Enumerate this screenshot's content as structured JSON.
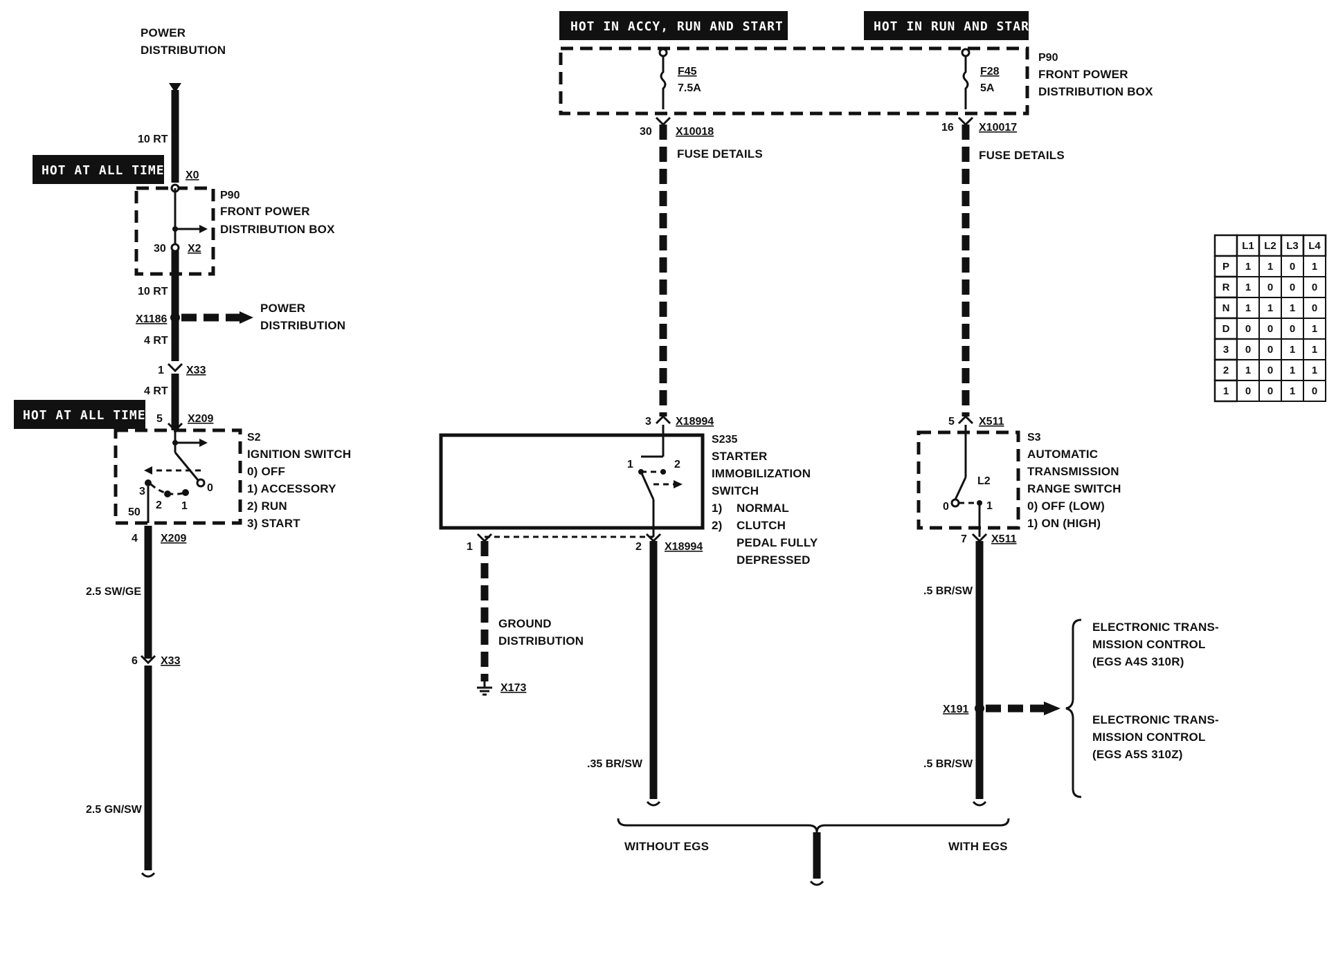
{
  "banners": {
    "hot_all_times_1": "HOT AT ALL TIMES",
    "hot_all_times_2": "HOT AT ALL TIMES",
    "hot_accy_run_start": "HOT IN ACCY, RUN AND  START",
    "hot_run_start": "HOT IN RUN AND START"
  },
  "left": {
    "power_dist_top_1": "POWER",
    "power_dist_top_2": "DISTRIBUTION",
    "wire_10rt_a": "10 RT",
    "x0": "X0",
    "p90": "P90",
    "fpdb_1": "FRONT POWER",
    "fpdb_2": "DISTRIBUTION BOX",
    "pin_30": "30",
    "x2": "X2",
    "wire_10rt_b": "10 RT",
    "x1186": "X1186",
    "power_dist_mid_1": "POWER",
    "power_dist_mid_2": "DISTRIBUTION",
    "wire_4rt_a": "4 RT",
    "pin_1": "1",
    "x33_a": "X33",
    "wire_4rt_b": "4 RT",
    "pin_5": "5",
    "x209_a": "X209",
    "s2": "S2",
    "ignition": "IGNITION SWITCH",
    "ign_0": "0)   OFF",
    "ign_1": "1)   ACCESSORY",
    "ign_2": "2)   RUN",
    "ign_3": "3)   START",
    "sw_3": "3",
    "sw_2": "2",
    "sw_1": "1",
    "sw_0": "0",
    "sw_50": "50",
    "pin_4": "4",
    "x209_b": "X209",
    "wire_25swge": "2.5 SW/GE",
    "pin_6": "6",
    "x33_b": "X33",
    "wire_25gnsw": "2.5 GN/SW"
  },
  "center": {
    "f45": "F45",
    "f45_amp": "7.5A",
    "f28": "F28",
    "f28_amp": "5A",
    "p90": "P90",
    "fpdb_1": "FRONT POWER",
    "fpdb_2": "DISTRIBUTION BOX",
    "pin_30": "30",
    "x10018": "X10018",
    "fuse_details_1": "FUSE DETAILS",
    "pin_16": "16",
    "x10017": "X10017",
    "fuse_details_2": "FUSE DETAILS",
    "pin_3": "3",
    "x18994_a": "X18994",
    "s235": "S235",
    "starter_1": "STARTER",
    "starter_2": "IMMOBILIZATION",
    "starter_3": "SWITCH",
    "opt_1a": "1)",
    "opt_1b": "NORMAL",
    "opt_2a": "2)",
    "opt_2b": "CLUTCH",
    "opt_2c": "PEDAL FULLY",
    "opt_2d": "DEPRESSED",
    "sw_1": "1",
    "sw_2": "2",
    "pin_gnd_1": "1",
    "pin_2": "2",
    "x18994_b": "X18994",
    "ground_1": "GROUND",
    "ground_2": "DISTRIBUTION",
    "x173": "X173",
    "wire_35brsw": ".35 BR/SW",
    "without_egs": "WITHOUT EGS",
    "with_egs": "WITH EGS"
  },
  "right": {
    "pin_5": "5",
    "x511_a": "X511",
    "s3": "S3",
    "atr_1": "AUTOMATIC",
    "atr_2": "TRANSMISSION",
    "atr_3": "RANGE SWITCH",
    "atr_0": "0)   OFF (LOW)",
    "atr_1opt": "1)   ON (HIGH)",
    "l2": "L2",
    "sw_0": "0",
    "sw_1": "1",
    "pin_7": "7",
    "x511_b": "X511",
    "wire_5brsw_a": ".5 BR/SW",
    "x191": "X191",
    "wire_5brsw_b": ".5 BR/SW",
    "etc1_1": "ELECTRONIC TRANS-",
    "etc1_2": "MISSION CONTROL",
    "etc1_3": "(EGS A4S 310R)",
    "etc2_1": "ELECTRONIC TRANS-",
    "etc2_2": "MISSION CONTROL",
    "etc2_3": "(EGS A5S 310Z)"
  },
  "table": {
    "headers": [
      "",
      "L1",
      "L2",
      "L3",
      "L4"
    ],
    "rows": [
      [
        "P",
        "1",
        "1",
        "0",
        "1"
      ],
      [
        "R",
        "1",
        "0",
        "0",
        "0"
      ],
      [
        "N",
        "1",
        "1",
        "1",
        "0"
      ],
      [
        "D",
        "0",
        "0",
        "0",
        "1"
      ],
      [
        "3",
        "0",
        "0",
        "1",
        "1"
      ],
      [
        "2",
        "1",
        "0",
        "1",
        "1"
      ],
      [
        "1",
        "0",
        "0",
        "1",
        "0"
      ]
    ]
  }
}
